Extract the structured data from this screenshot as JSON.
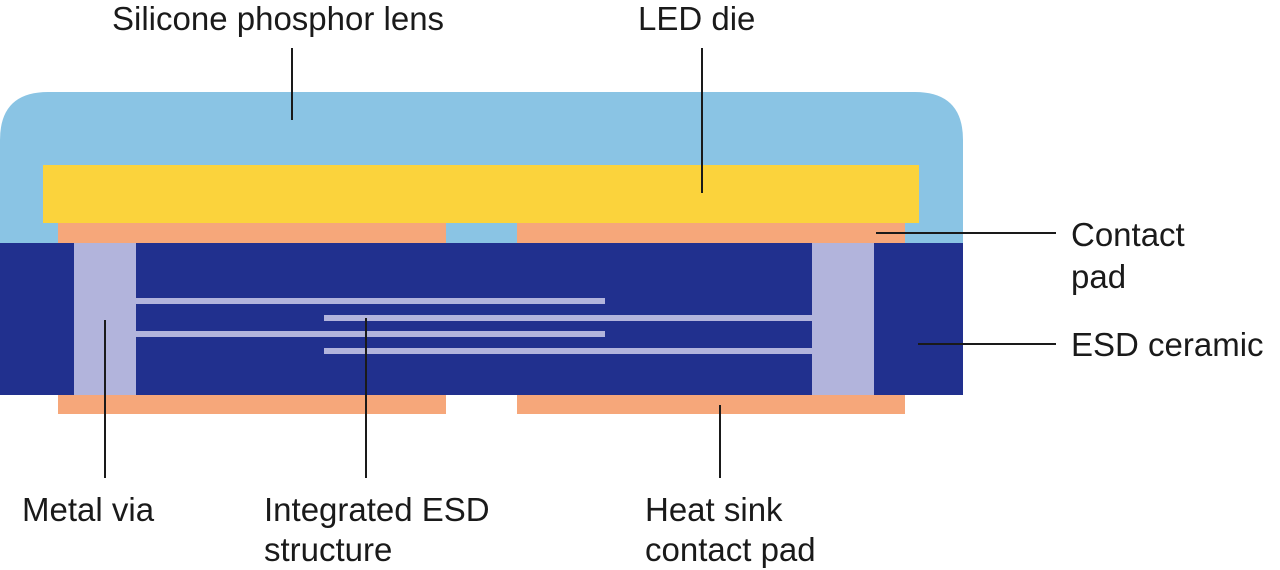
{
  "colors": {
    "lens": "#8ac4e4",
    "die": "#fbd33c",
    "pad": "#f6a77a",
    "ceramic": "#21308e",
    "via": "#b2b4dc",
    "esd_line": "#b2b4dc",
    "text": "#1a1a1a"
  },
  "labels": {
    "lens": "Silicone phosphor lens",
    "die": "LED die",
    "contact_pad": [
      "Contact",
      "pad"
    ],
    "esd_ceramic": "ESD ceramic",
    "metal_via": "Metal via",
    "integrated_esd": [
      "Integrated ESD",
      "structure"
    ],
    "heat_sink": [
      "Heat sink",
      "contact pad"
    ]
  }
}
